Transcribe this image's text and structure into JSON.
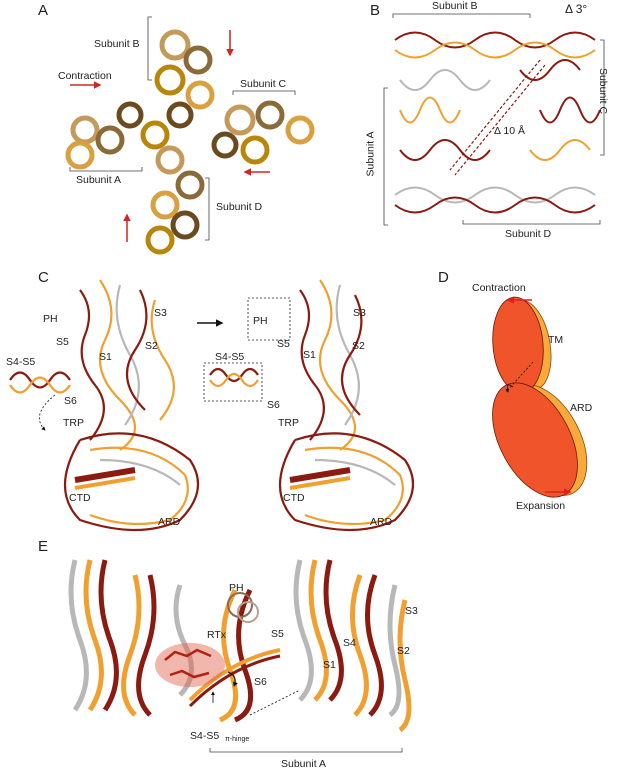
{
  "panels": {
    "a": "A",
    "b": "B",
    "c": "C",
    "d": "D",
    "e": "E"
  },
  "panel_a": {
    "subunit_b": "Subunit B",
    "subunit_c": "Subunit C",
    "subunit_a": "Subunit A",
    "subunit_d": "Subunit D",
    "contraction": "Contraction"
  },
  "panel_b": {
    "subunit_b": "Subunit B",
    "subunit_c": "Subunit C",
    "subunit_a": "Subunit A",
    "subunit_d": "Subunit D",
    "rotation": "Δ 3°",
    "distance": "Δ 10 Å"
  },
  "panel_c": {
    "left": {
      "ph": "PH",
      "s3": "S3",
      "s5": "S5",
      "s2": "S2",
      "s4s5": "S4-S5",
      "s1": "S1",
      "s6": "S6",
      "trp": "TRP",
      "ctd": "CTD",
      "ard": "ARD"
    },
    "right": {
      "ph": "PH",
      "s3": "S3",
      "s5": "S5",
      "s2": "S2",
      "s4s5": "S4-S5",
      "s1": "S1",
      "s6": "S6",
      "trp": "TRP",
      "ctd": "CTD",
      "ard": "ARD"
    }
  },
  "panel_d": {
    "contraction": "Contraction",
    "tm": "TM",
    "ard": "ARD",
    "expansion": "Expansion"
  },
  "panel_e": {
    "ph": "PH",
    "rtx": "RTx",
    "s5": "S5",
    "s4": "S4",
    "s3": "S3",
    "s2": "S2",
    "s1": "S1",
    "s6": "S6",
    "s4s5": "S4-S5",
    "pi_hinge": "π-hinge",
    "subunit_a": "Subunit A"
  },
  "colors": {
    "dark_red": "#8b1a10",
    "orange": "#f0a030",
    "grey": "#b8b8b8",
    "red_arrow": "#d8231f",
    "body_orange": "#f0542a",
    "back_orange": "#f7a93a",
    "ligand": "#e0604a"
  }
}
